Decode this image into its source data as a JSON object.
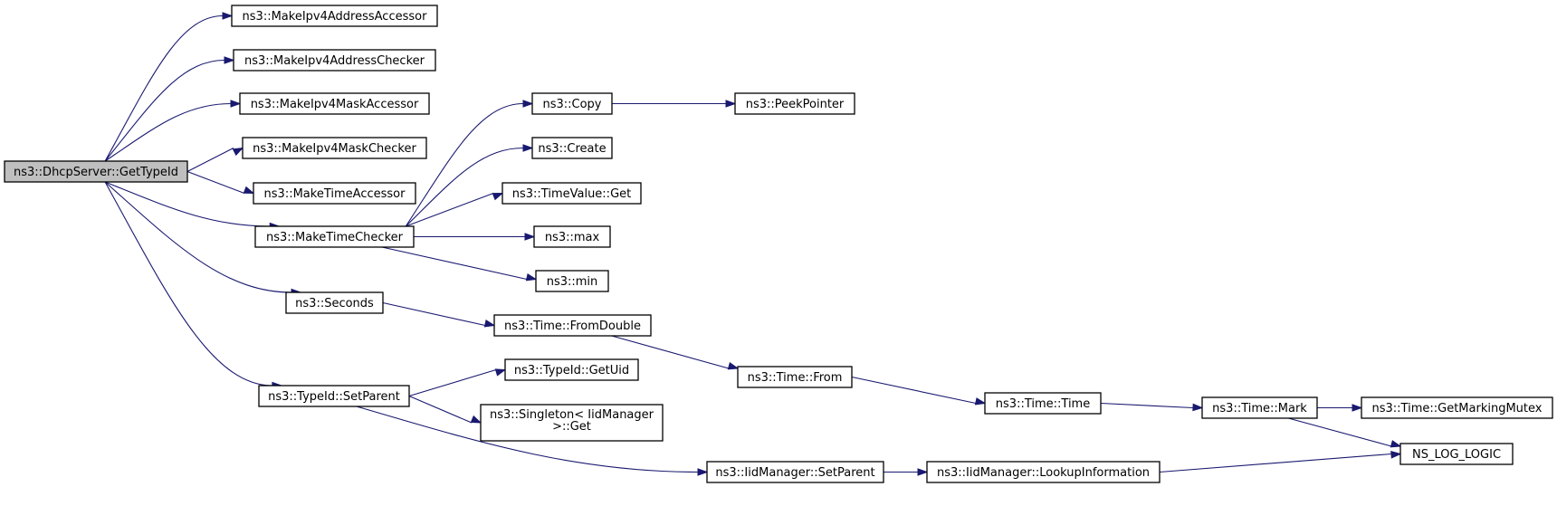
{
  "nodes": {
    "root": {
      "label": [
        "ns3::DhcpServer::GetTypeId"
      ]
    },
    "ipv4addr_acc": {
      "label": [
        "ns3::MakeIpv4AddressAccessor"
      ]
    },
    "ipv4addr_chk": {
      "label": [
        "ns3::MakeIpv4AddressChecker"
      ]
    },
    "ipv4mask_acc": {
      "label": [
        "ns3::MakeIpv4MaskAccessor"
      ]
    },
    "ipv4mask_chk": {
      "label": [
        "ns3::MakeIpv4MaskChecker"
      ]
    },
    "time_acc": {
      "label": [
        "ns3::MakeTimeAccessor"
      ]
    },
    "time_chk": {
      "label": [
        "ns3::MakeTimeChecker"
      ]
    },
    "seconds": {
      "label": [
        "ns3::Seconds"
      ]
    },
    "set_parent": {
      "label": [
        "ns3::TypeId::SetParent"
      ]
    },
    "copy": {
      "label": [
        "ns3::Copy"
      ]
    },
    "peek": {
      "label": [
        "ns3::PeekPointer"
      ]
    },
    "create": {
      "label": [
        "ns3::Create"
      ]
    },
    "tv_get": {
      "label": [
        "ns3::TimeValue::Get"
      ]
    },
    "max": {
      "label": [
        "ns3::max"
      ]
    },
    "min": {
      "label": [
        "ns3::min"
      ]
    },
    "from_double": {
      "label": [
        "ns3::Time::FromDouble"
      ]
    },
    "from": {
      "label": [
        "ns3::Time::From"
      ]
    },
    "time_time": {
      "label": [
        "ns3::Time::Time"
      ]
    },
    "mark": {
      "label": [
        "ns3::Time::Mark"
      ]
    },
    "marking_mutex": {
      "label": [
        "ns3::Time::GetMarkingMutex"
      ]
    },
    "log_logic": {
      "label": [
        "NS_LOG_LOGIC"
      ]
    },
    "get_uid": {
      "label": [
        "ns3::TypeId::GetUid"
      ]
    },
    "singleton": {
      "label": [
        "ns3::Singleton< IidManager",
        ">::Get"
      ]
    },
    "iid_set_parent": {
      "label": [
        "ns3::IidManager::SetParent"
      ]
    },
    "lookup": {
      "label": [
        "ns3::IidManager::LookupInformation"
      ]
    }
  },
  "edges": [
    [
      "root",
      "ipv4addr_acc"
    ],
    [
      "root",
      "ipv4addr_chk"
    ],
    [
      "root",
      "ipv4mask_acc"
    ],
    [
      "root",
      "ipv4mask_chk"
    ],
    [
      "root",
      "time_acc"
    ],
    [
      "root",
      "time_chk"
    ],
    [
      "root",
      "seconds"
    ],
    [
      "root",
      "set_parent"
    ],
    [
      "time_chk",
      "copy"
    ],
    [
      "copy",
      "peek"
    ],
    [
      "time_chk",
      "create"
    ],
    [
      "time_chk",
      "tv_get"
    ],
    [
      "time_chk",
      "max"
    ],
    [
      "time_chk",
      "min"
    ],
    [
      "seconds",
      "from_double"
    ],
    [
      "from_double",
      "from"
    ],
    [
      "from",
      "time_time"
    ],
    [
      "time_time",
      "mark"
    ],
    [
      "mark",
      "marking_mutex"
    ],
    [
      "mark",
      "log_logic"
    ],
    [
      "set_parent",
      "get_uid"
    ],
    [
      "set_parent",
      "singleton"
    ],
    [
      "set_parent",
      "iid_set_parent"
    ],
    [
      "iid_set_parent",
      "lookup"
    ],
    [
      "lookup",
      "log_logic"
    ]
  ],
  "colors": {
    "edge": "#191970",
    "root_fill": "#bfbfbf",
    "node_fill": "#ffffff",
    "node_border": "#000000"
  }
}
